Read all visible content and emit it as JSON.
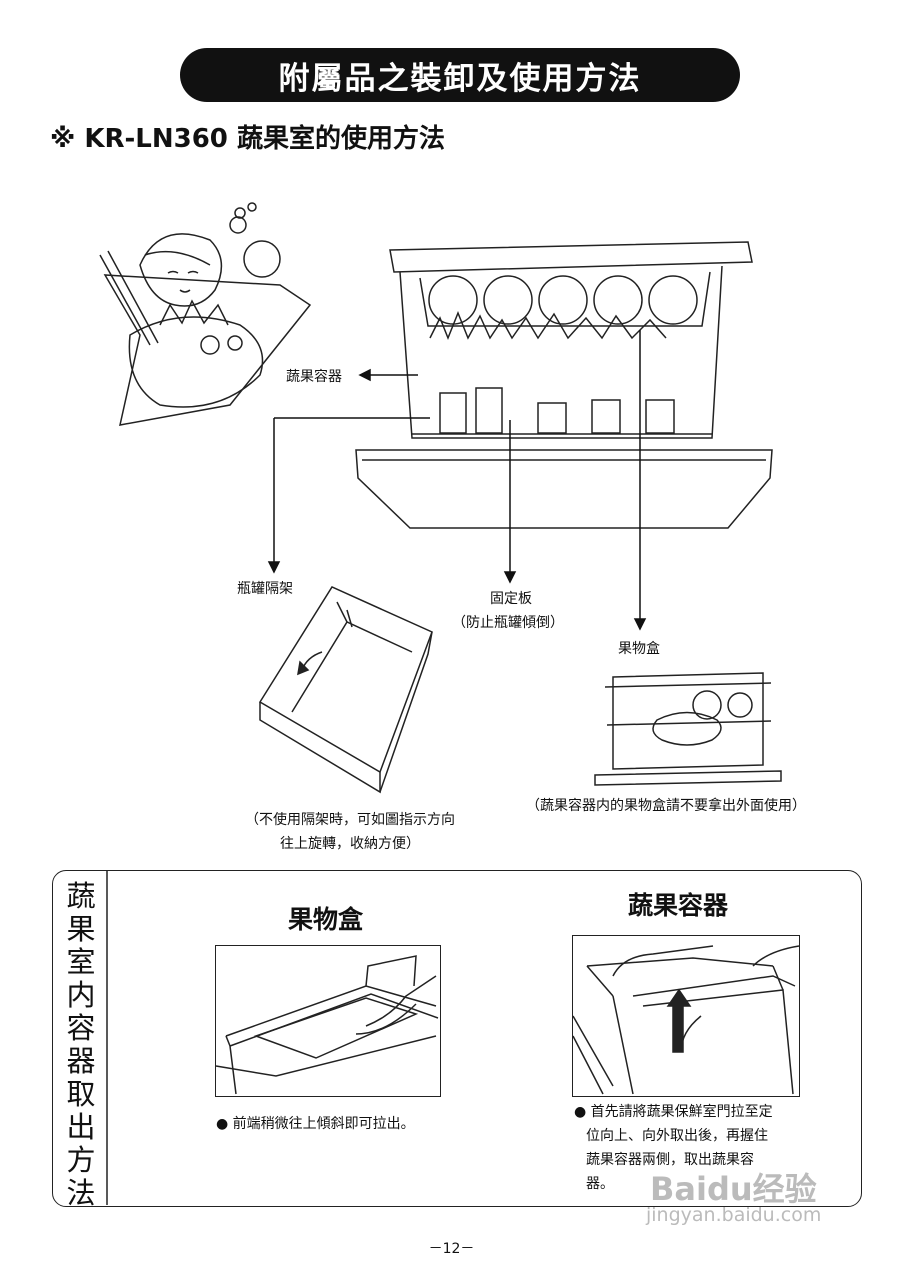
{
  "header": {
    "banner_title": "附屬品之裝卸及使用方法",
    "subtitle": "※ KR-LN360 蔬果室的使用方法"
  },
  "diagram": {
    "callout_vegetable_container": "蔬果容器",
    "callout_bottle_divider": "瓶罐隔架",
    "callout_fixing_plate": "固定板",
    "callout_fixing_plate_note": "（防止瓶罐傾倒）",
    "callout_fruit_box": "果物盒",
    "divider_note_line1": "（不使用隔架時，可如圖指示方向",
    "divider_note_line2": "往上旋轉，收納方便）",
    "fruit_box_note": "（蔬果容器内的果物盒請不要拿出外面使用）"
  },
  "removal_section": {
    "vertical_title": [
      "蔬",
      "果",
      "室",
      "内",
      "容",
      "器",
      "取",
      "出",
      "方",
      "法"
    ],
    "fruit_box_heading": "果物盒",
    "fruit_box_instruction": "● 前端稍微往上傾斜即可拉出。",
    "container_heading": "蔬果容器",
    "container_instruction_lines": [
      "● 首先請將蔬果保鮮室門拉至定",
      "位向上、向外取出後，再握住",
      "蔬果容器兩側，取出蔬果容",
      "器。"
    ]
  },
  "footer": {
    "page_number": "－12－",
    "watermark_brand": "Baidu经验",
    "watermark_url": "jingyan.baidu.com"
  }
}
